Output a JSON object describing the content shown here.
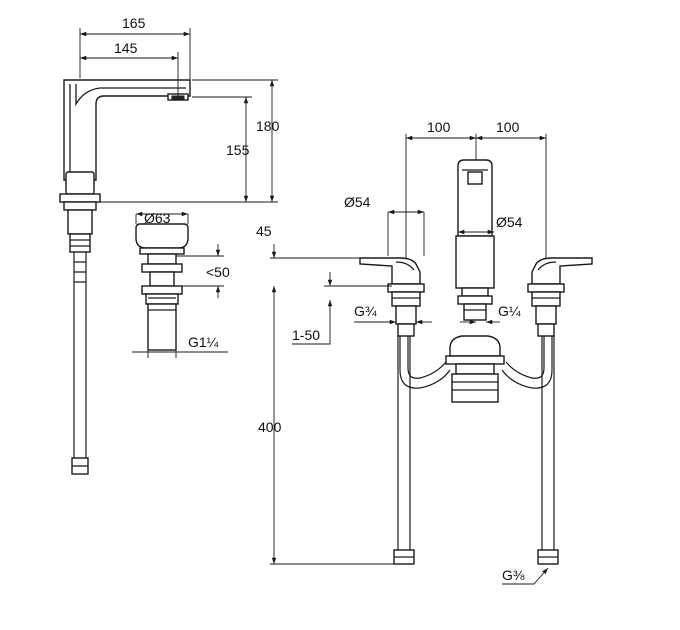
{
  "dimensions": {
    "spout_total_reach": "165",
    "spout_reach": "145",
    "spout_total_height": "180",
    "spout_outlet_height": "155",
    "drain_head_diameter": "Ø63",
    "drain_max_thickness": "<50",
    "drain_thread": "G1¼",
    "handle_offset_left": "100",
    "handle_offset_right": "100",
    "handle_rose_diameter": "Ø54",
    "spout_rose_diameter": "Ø54",
    "handle_height": "45",
    "deck_thickness": "1-50",
    "handle_thread": "G¾",
    "spout_thread": "G¼",
    "hose_length": "400",
    "hose_connection": "G⅜"
  }
}
